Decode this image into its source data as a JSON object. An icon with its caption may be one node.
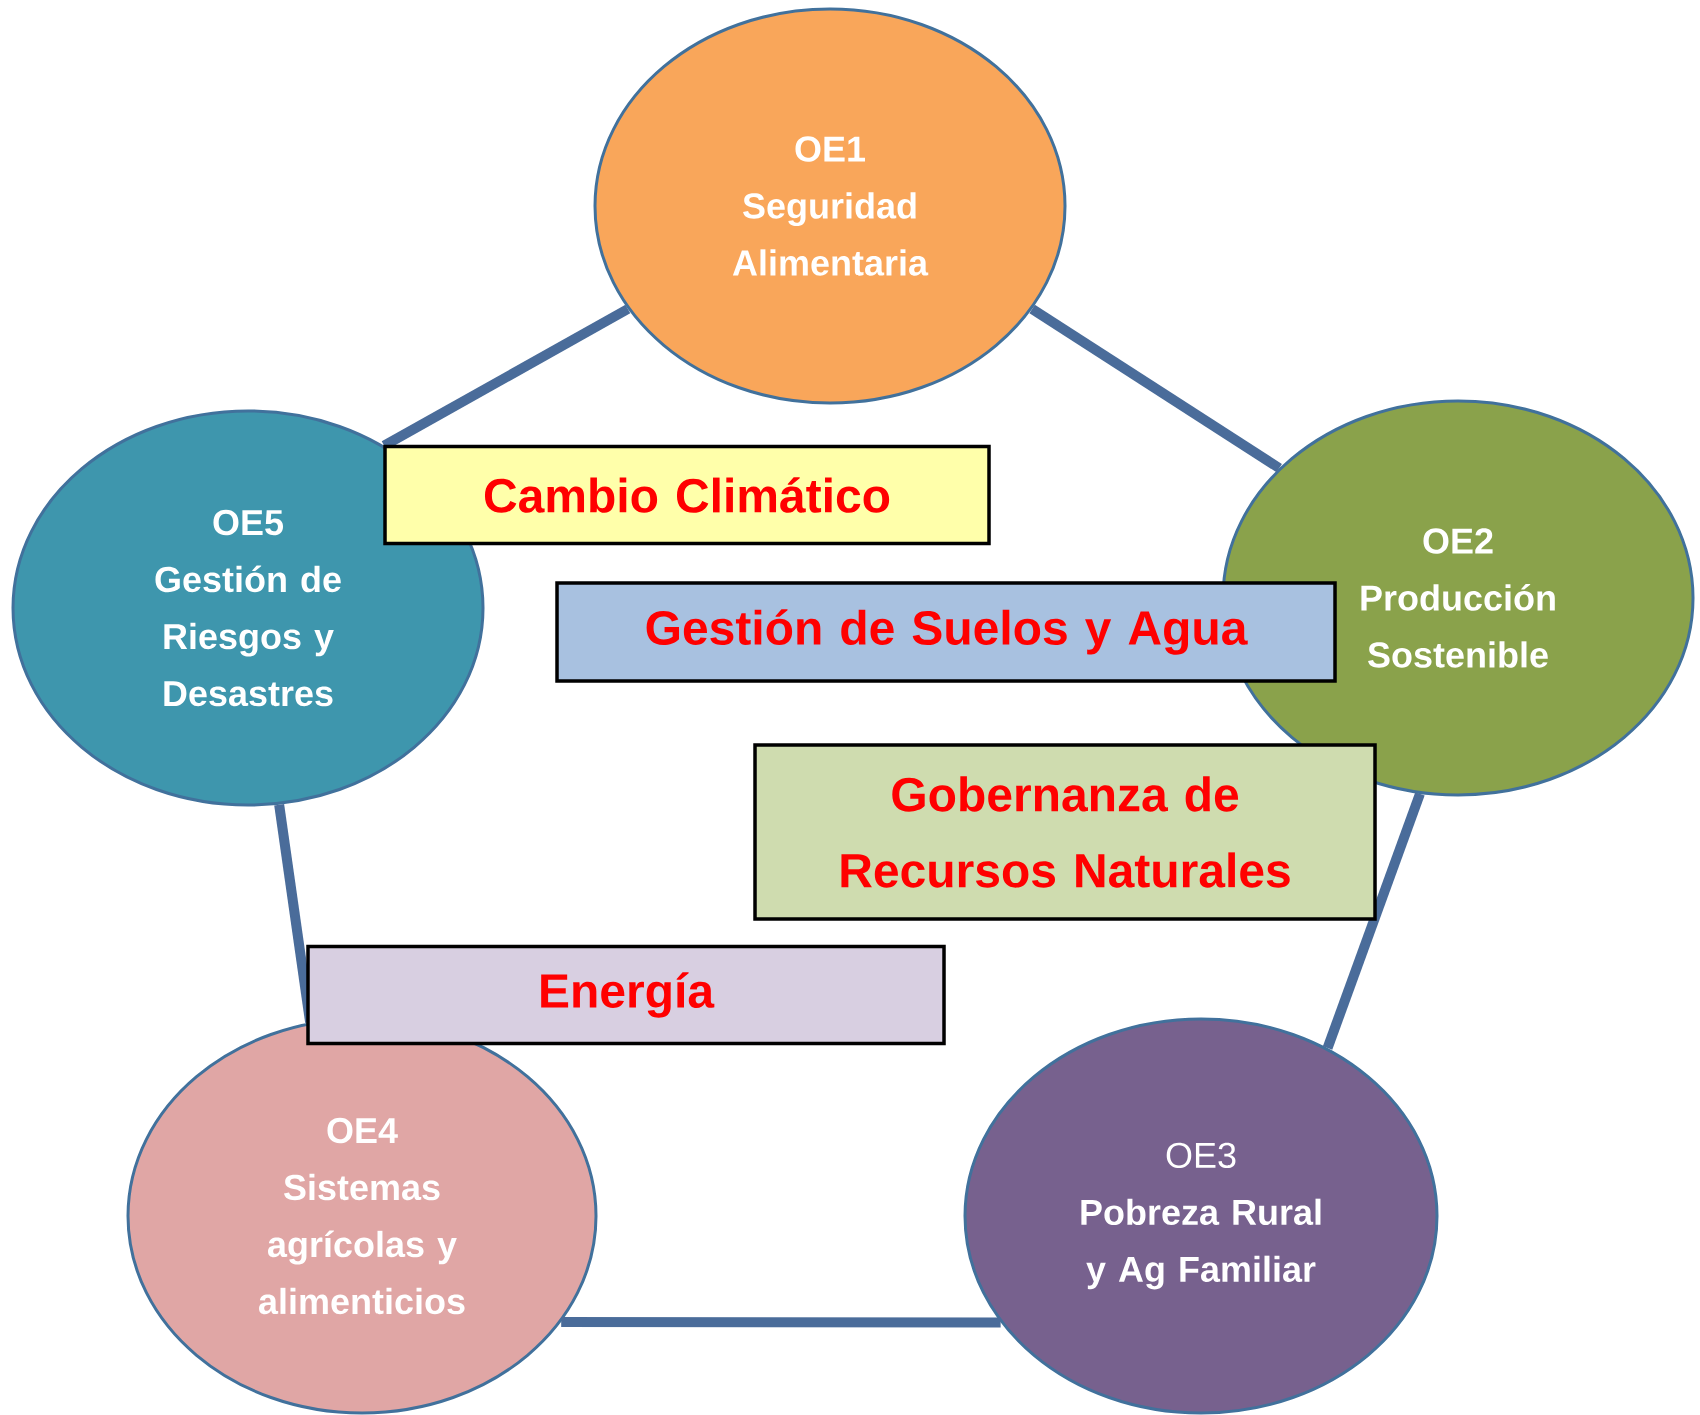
{
  "diagram": {
    "nodes": [
      {
        "text": [
          "OE1",
          "Seguridad Alimentaria"
        ]
      },
      {
        "text": [
          "OE2",
          "Producción Sostenible"
        ]
      },
      {
        "text": [
          "OE3",
          "Pobreza Rural y Ag Familiar"
        ]
      },
      {
        "text": [
          "OE4",
          "Sistemas agrícolas y alimenticios"
        ]
      },
      {
        "text": [
          "OE5",
          "Gestión de Riesgos y Desastres"
        ]
      },
      {
        "text": [
          "Cambio Climático"
        ]
      },
      {
        "text": [
          "Gestión de Suelos y Agua"
        ]
      },
      {
        "text": [
          "Gobernanza de Recursos Naturales"
        ]
      },
      {
        "text": [
          "Energía"
        ]
      }
    ],
    "edges": [
      {
        "from": 0,
        "to": 1,
        "arrow": "none"
      },
      {
        "from": 1,
        "to": 2,
        "arrow": "none"
      },
      {
        "from": 2,
        "to": 3,
        "arrow": "none"
      },
      {
        "from": 3,
        "to": 4,
        "arrow": "none"
      },
      {
        "from": 4,
        "to": 0,
        "arrow": "none"
      }
    ]
  }
}
